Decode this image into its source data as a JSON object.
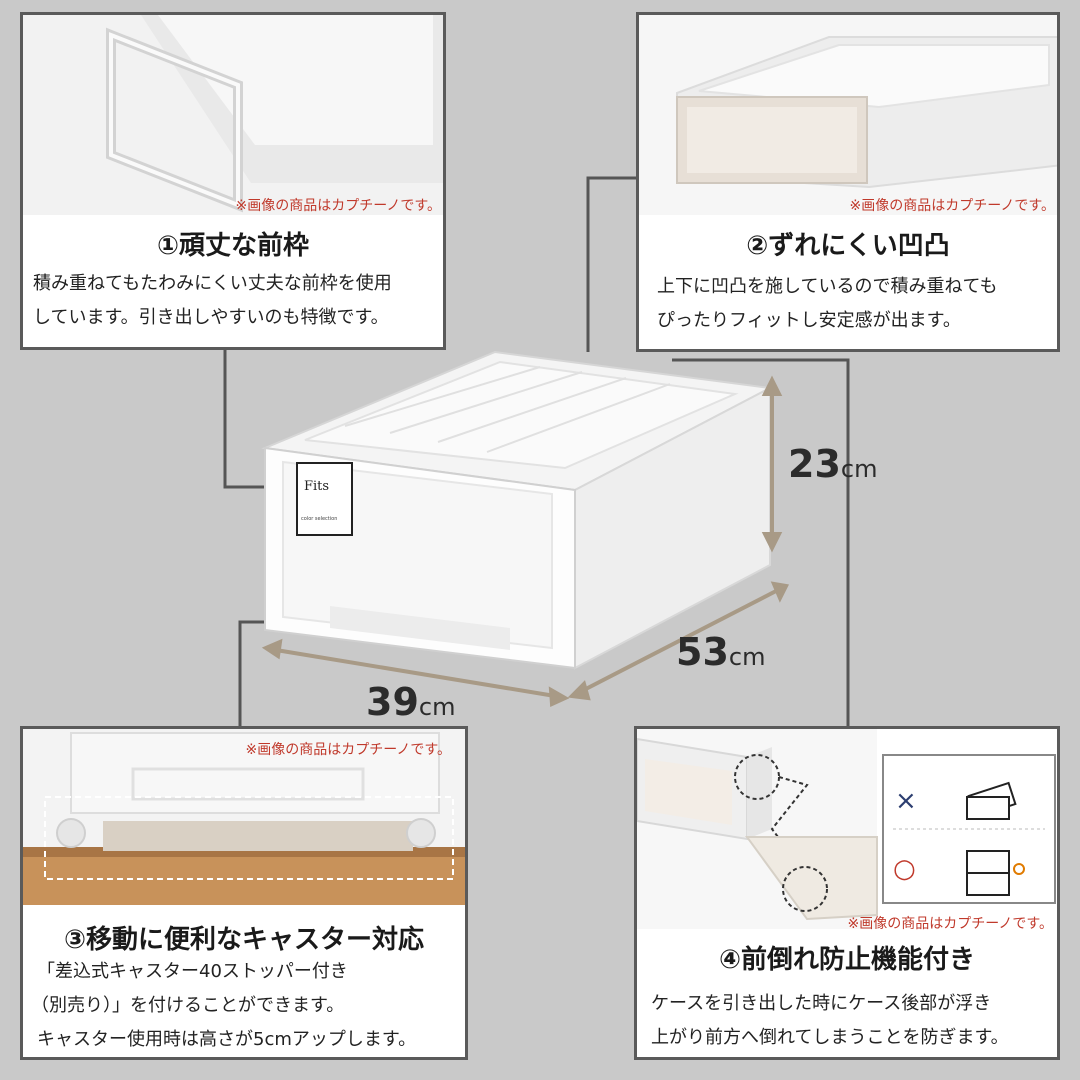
{
  "note": "※画像の商品はカプチーノです。",
  "features": [
    {
      "title": "①頑丈な前枠",
      "lines": [
        "積み重ねてもたわみにくい丈夫な前枠を使用",
        "しています。引き出しやすいのも特徴です。"
      ]
    },
    {
      "title": "②ずれにくい凹凸",
      "lines": [
        "上下に凹凸を施しているので積み重ねても",
        "ぴったりフィットし安定感が出ます。"
      ]
    },
    {
      "title": "③移動に便利なキャスター対応",
      "lines": [
        "「差込式キャスター40ストッパー付き",
        "（別売り）」を付けることができます。",
        "キャスター使用時は高さが5cmアップします。"
      ]
    },
    {
      "title": "④前倒れ防止機能付き",
      "lines": [
        "ケースを引き出した時にケース後部が浮き",
        "上がり前方へ倒れてしまうことを防ぎます。"
      ]
    }
  ],
  "dimensions": {
    "height": {
      "value": "23",
      "unit": "cm"
    },
    "depth": {
      "value": "53",
      "unit": "cm"
    },
    "width": {
      "value": "39",
      "unit": "cm"
    }
  },
  "product_label": {
    "brand": "Fits",
    "series": "color selection"
  },
  "marks": {
    "ng": "×",
    "ok": "○"
  }
}
